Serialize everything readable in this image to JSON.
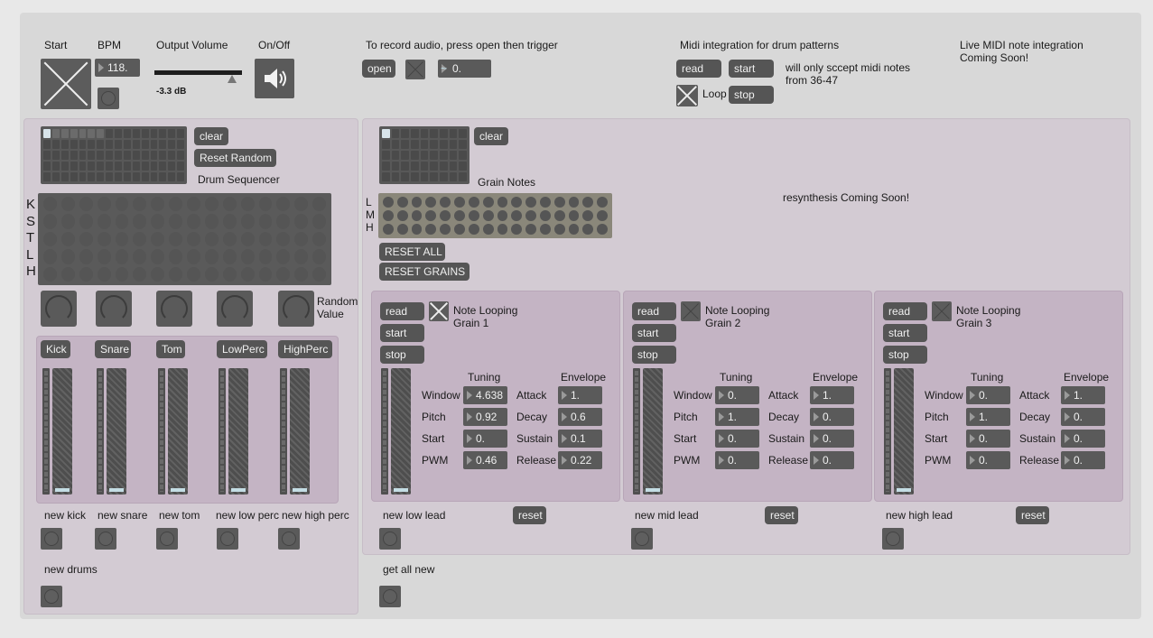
{
  "transport": {
    "start_label": "Start",
    "bpm_label": "BPM",
    "bpm_value": "118.",
    "output_volume_label": "Output Volume",
    "output_volume_value": "-3.3 dB",
    "output_volume_level": 0.85,
    "onoff_label": "On/Off"
  },
  "record": {
    "instructions": "To record audio, press open then trigger",
    "open_label": "open",
    "signal_value": "0."
  },
  "midi_patterns": {
    "title": "Midi integration for drum patterns",
    "read_label": "read",
    "start_label": "start",
    "stop_label": "stop",
    "loop_label": "Loop",
    "note_line1": "will only sccept midi notes",
    "note_line2": "from 36-47"
  },
  "live_midi": {
    "line1": "Live MIDI note integration",
    "line2": "Coming Soon!"
  },
  "drums": {
    "clear_label": "clear",
    "reset_random_label": "Reset Random",
    "sequencer_label": "Drum Sequencer",
    "row_letters": [
      "K",
      "S",
      "T",
      "L",
      "H"
    ],
    "random_value_line1": "Random",
    "random_value_line2": "Value",
    "channels": [
      {
        "name": "Kick",
        "new_label": "new kick"
      },
      {
        "name": "Snare",
        "new_label": "new snare"
      },
      {
        "name": "Tom",
        "new_label": "new tom"
      },
      {
        "name": "LowPerc",
        "new_label": "new low perc"
      },
      {
        "name": "HighPerc",
        "new_label": "new high perc"
      }
    ],
    "new_drums_label": "new drums"
  },
  "grains": {
    "clear_label": "clear",
    "notes_label": "Grain Notes",
    "row_letters": [
      "L",
      "M",
      "H"
    ],
    "reset_all_label": "RESET ALL",
    "reset_grains_label": "RESET GRAINS",
    "resynthesis_label": "resynthesis Coming Soon!",
    "get_all_new_label": "get all new",
    "read_label": "read",
    "start_label": "start",
    "stop_label": "stop",
    "note_looping_label": "Note Looping",
    "tuning_label": "Tuning",
    "envelope_label": "Envelope",
    "param_labels": [
      "Window",
      "Pitch",
      "Start",
      "PWM"
    ],
    "env_labels": [
      "Attack",
      "Decay",
      "Sustain",
      "Release"
    ],
    "reset_label": "reset",
    "units": [
      {
        "name": "Grain 1",
        "new_label": "new low lead",
        "looping": true,
        "tuning": [
          "4.638",
          "0.92",
          "0.",
          "0.46"
        ],
        "envelope": [
          "1.",
          "0.6",
          "0.1",
          "0.22"
        ]
      },
      {
        "name": "Grain 2",
        "new_label": "new mid lead",
        "looping": false,
        "tuning": [
          "0.",
          "1.",
          "0.",
          "0."
        ],
        "envelope": [
          "1.",
          "0.",
          "0.",
          "0."
        ]
      },
      {
        "name": "Grain 3",
        "new_label": "new high lead",
        "looping": false,
        "tuning": [
          "0.",
          "1.",
          "0.",
          "0."
        ],
        "envelope": [
          "1.",
          "0.",
          "0.",
          "0."
        ]
      }
    ]
  }
}
